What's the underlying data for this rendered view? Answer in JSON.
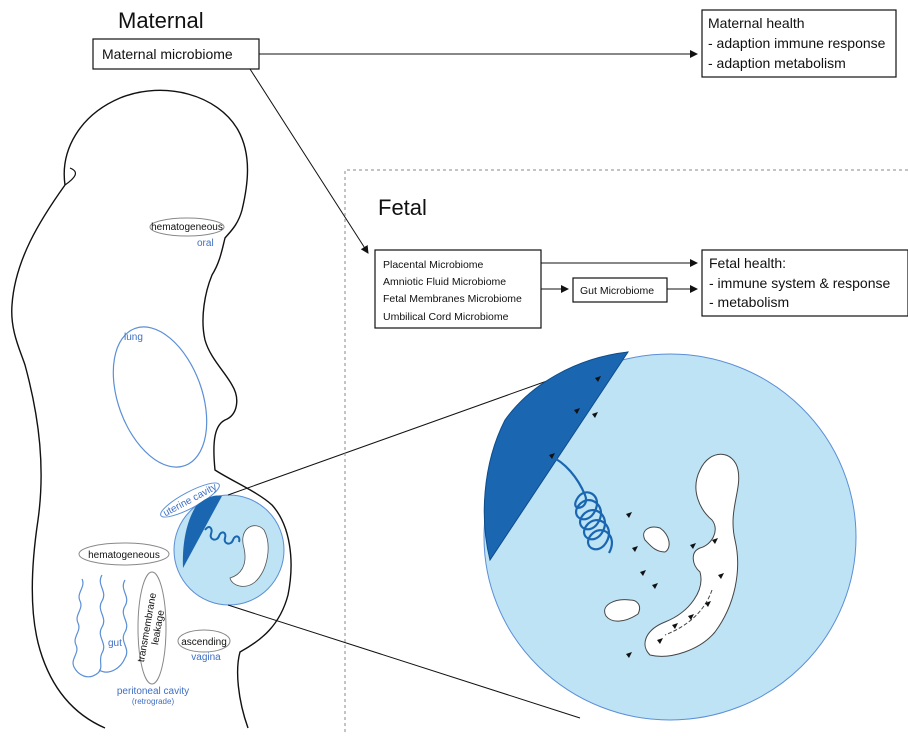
{
  "maternal": {
    "title": "Maternal",
    "microbiome_box": "Maternal microbiome",
    "health": {
      "title": "Maternal health",
      "items": [
        "- adaption immune response",
        "- adaption metabolism"
      ]
    }
  },
  "fetal": {
    "title": "Fetal",
    "microbiome_list": [
      "Placental Microbiome",
      "Amniotic Fluid Microbiome",
      "Fetal Membranes Microbiome",
      "Umbilical Cord Microbiome"
    ],
    "gut_box": "Gut Microbiome",
    "health": {
      "title": "Fetal health:",
      "items": [
        "- immune system & response",
        "- metabolism"
      ]
    }
  },
  "routes": {
    "hematogeneous_top": "hematogeneous",
    "oral": "oral",
    "lung": "lung",
    "uterine_cavity": "uterine cavity",
    "hematogeneous_bottom": "hematogeneous",
    "gut": "gut",
    "transmembrane": "transmembrane",
    "leakage": "leakage",
    "ascending": "ascending",
    "vagina": "vagina",
    "peritoneal_cavity": "peritoneal cavity",
    "retrograde": "(retrograde)"
  },
  "colors": {
    "light_blue": "#bde3f5",
    "dark_blue": "#1a66b0",
    "label_blue": "#3f6fc4",
    "outline_blue": "#5b8fd6"
  }
}
